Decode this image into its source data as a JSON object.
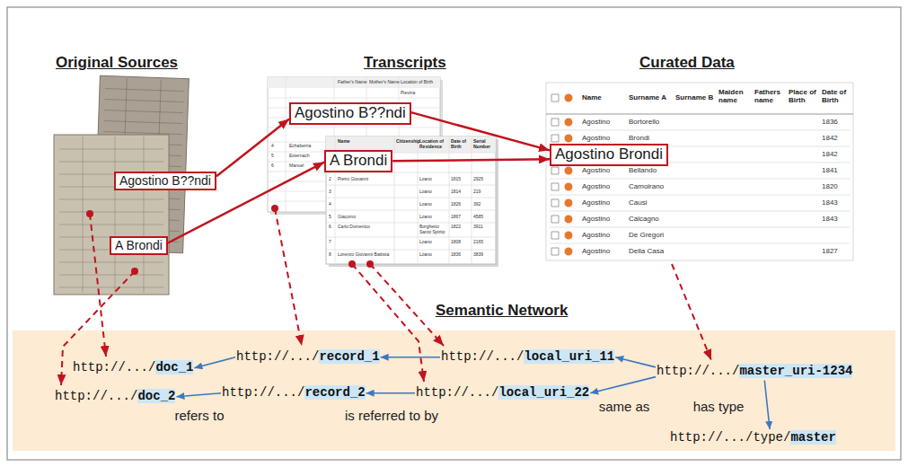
{
  "diagram": {
    "nodes": [
      {
        "text": [
          "Agostino B??ndi"
        ]
      },
      {
        "text": [
          "A Brondi"
        ]
      },
      {
        "text": [
          "Agostino B??ndi"
        ]
      },
      {
        "text": [
          "A Brondi"
        ]
      },
      {
        "text": [
          "Agostino Brondi"
        ]
      },
      {
        "text": [
          "http://.../",
          "doc_1"
        ]
      },
      {
        "text": [
          "http://.../",
          "record_1"
        ]
      },
      {
        "text": [
          "http://.../",
          "local_uri_11"
        ]
      },
      {
        "text": [
          "http://.../",
          "master_uri-1234"
        ]
      },
      {
        "text": [
          "http://.../",
          "doc_2"
        ]
      },
      {
        "text": [
          "http://.../",
          "record_2"
        ]
      },
      {
        "text": [
          "http://.../",
          "local_uri_22"
        ]
      },
      {
        "text": [
          "http://.../type/",
          "master"
        ]
      }
    ],
    "edges": [
      {
        "from": 0,
        "to": 2,
        "arrow": "to"
      },
      {
        "from": 1,
        "to": 3,
        "arrow": "to"
      },
      {
        "from": 2,
        "to": 4,
        "arrow": "to"
      },
      {
        "from": 3,
        "to": 4,
        "arrow": "to"
      },
      {
        "from": 6,
        "to": 5,
        "arrow": "to"
      },
      {
        "from": 10,
        "to": 9,
        "label": "refers to",
        "arrow": "to"
      },
      {
        "from": 7,
        "to": 6,
        "arrow": "to"
      },
      {
        "from": 11,
        "to": 10,
        "label": "is referred to by",
        "arrow": "to"
      },
      {
        "from": 8,
        "to": 7,
        "arrow": "to"
      },
      {
        "from": 8,
        "to": 11,
        "label": "same as",
        "arrow": "to"
      },
      {
        "from": 8,
        "to": 12,
        "label": "has type",
        "arrow": "to"
      }
    ],
    "labels": [
      "Original Sources",
      "Transcripts",
      "Curated Data",
      "Semantic Network",
      "Father's Name",
      "Mother's Name",
      "Location of Birth",
      "Pievina",
      "4",
      "Echaberria",
      "5",
      "Esternach",
      "6",
      "Manuel",
      "Name",
      "Citizenship",
      "Location of Residence",
      "Date of Birth",
      "Serial Number",
      "2",
      "Pietro Giovanni",
      "Loano",
      "1815",
      "2925",
      "3",
      "Loano",
      "1814",
      "219",
      "4",
      "Loano",
      "1826",
      "392",
      "5",
      "Giacomo",
      "Loano",
      "1867",
      "4585",
      "6",
      "Carlo Domenico",
      "Borghetto Santo Spirito",
      "1822",
      "3911",
      "7",
      "Loano",
      "1808",
      "2165",
      "8",
      "Lorenzo Giovanni Battista",
      "Loano",
      "1836",
      "3839",
      "Name",
      "Surname A",
      "Surname B",
      "Maiden name",
      "Fathers name",
      "Place of Birth",
      "Date of Birth",
      "Agostino",
      "Bortorello",
      "1836",
      "Agostino",
      "Brondi",
      "1842",
      "1842",
      "Agostino",
      "Bellando",
      "1841",
      "Agostino",
      "Camoirano",
      "1820",
      "Agostino",
      "Causi",
      "1843",
      "Agostino",
      "Calcagno",
      "1843",
      "Agostino",
      "De Gregori",
      "Agostino",
      "Della Casa",
      "1827"
    ]
  }
}
